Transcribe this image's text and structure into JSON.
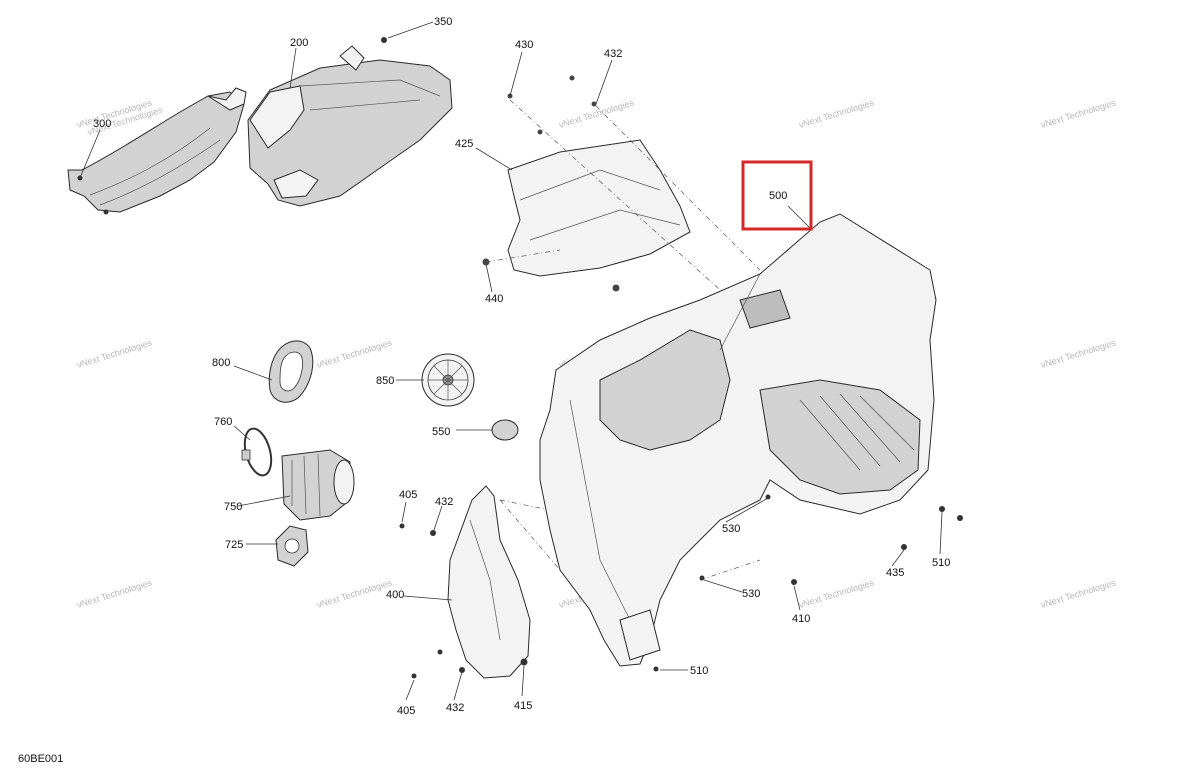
{
  "callouts": [
    "350",
    "200",
    "300",
    "430",
    "432",
    "425",
    "440",
    "500",
    "800",
    "850",
    "760",
    "550",
    "750",
    "725",
    "405",
    "432",
    "400",
    "405",
    "432",
    "415",
    "530",
    "530",
    "410",
    "435",
    "510",
    "510"
  ],
  "watermark": "vNext Technologies",
  "highlight_color": "#d62828",
  "footer_code": "60BE001"
}
